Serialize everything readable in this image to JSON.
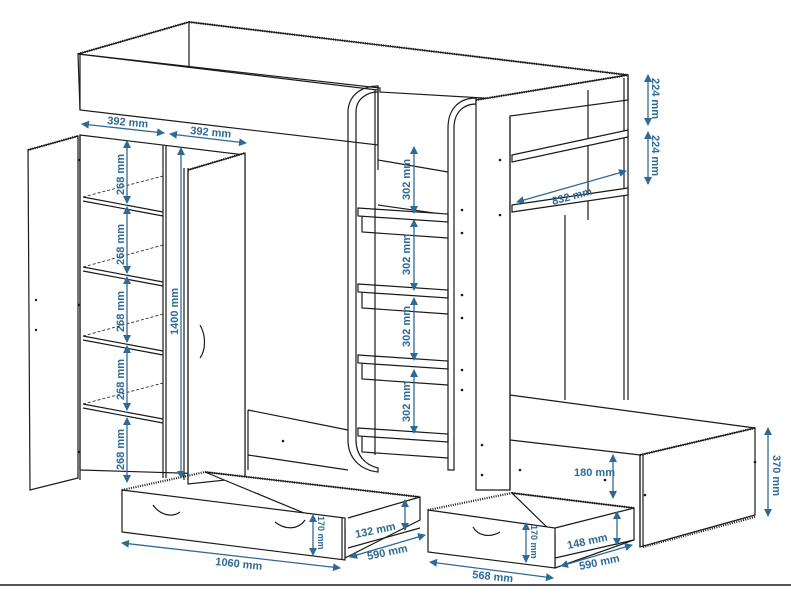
{
  "title": "Bunk bed with wardrobe, shelves, ladder and drawers — dimension drawing",
  "accent_color": "#2f6a96",
  "line_color": "#1a1a1a",
  "dimensions": {
    "wardrobe_left_width": "392 mm",
    "wardrobe_right_width": "392 mm",
    "shelf_gap_1": "268 mm",
    "shelf_gap_2": "268 mm",
    "shelf_gap_3": "268 mm",
    "shelf_gap_4": "268 mm",
    "shelf_gap_5": "268 mm",
    "wardrobe_height": "1400 mm",
    "ladder_step_1": "302 mm",
    "ladder_step_2": "302 mm",
    "ladder_step_3": "302 mm",
    "ladder_step_4": "302 mm",
    "top_shelf_1": "224 mm",
    "top_shelf_2": "224 mm",
    "bookcase_width": "832 mm",
    "drawer_large_width": "1060 mm",
    "drawer_large_front_height": "170 mm",
    "drawer_large_side_height": "132 mm",
    "drawer_large_depth": "590 mm",
    "drawer_small_width": "568 mm",
    "drawer_small_front_height": "170 mm",
    "drawer_small_side_height": "148 mm",
    "drawer_small_depth": "590 mm",
    "bench_inner_height": "180 mm",
    "bench_height": "370 mm"
  }
}
